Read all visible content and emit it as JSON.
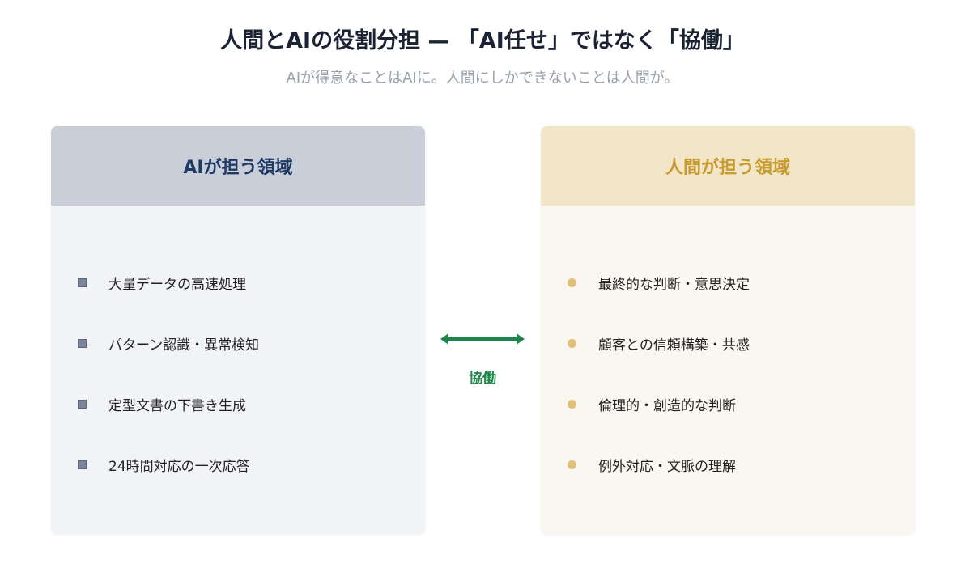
{
  "title": "人間とAIの役割分担 — 「AI任せ」ではなく「協働」",
  "subtitle": "AIが得意なことはAIに。人間にしかできないことは人間が。",
  "ai_panel": {
    "heading": "AIが担う領域",
    "items": [
      "大量データの高速処理",
      "パターン認識・異常検知",
      "定型文書の下書き生成",
      "24時間対応の一次応答"
    ]
  },
  "human_panel": {
    "heading": "人間が担う領域",
    "items": [
      "最終的な判断・意思決定",
      "顧客との信頼構築・共感",
      "倫理的・創造的な判断",
      "例外対応・文脈の理解"
    ]
  },
  "center": {
    "label": "協働"
  },
  "colors": {
    "ai": "#1e3a64",
    "human": "#c99a2e",
    "collab": "#1e8449"
  }
}
